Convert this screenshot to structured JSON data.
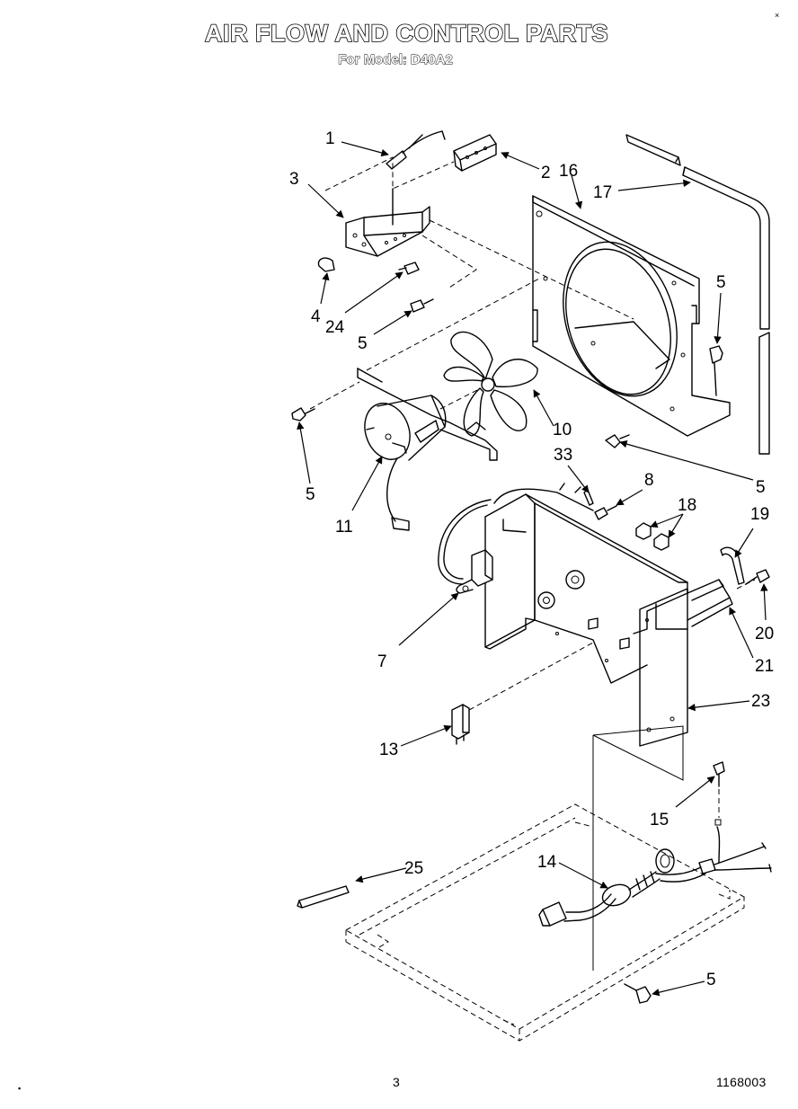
{
  "header": {
    "title": "AIR FLOW AND CONTROL PARTS",
    "subtitle": "For Model: D40A2"
  },
  "footer": {
    "page_number": "3",
    "document_number": "1168003"
  },
  "marks": {
    "top_right": "×",
    "bottom_left": "▪"
  },
  "callouts": [
    {
      "id": "c1",
      "label": "1"
    },
    {
      "id": "c2",
      "label": "2"
    },
    {
      "id": "c16",
      "label": "16"
    },
    {
      "id": "c3",
      "label": "3"
    },
    {
      "id": "c17",
      "label": "17"
    },
    {
      "id": "c4",
      "label": "4"
    },
    {
      "id": "c24",
      "label": "24"
    },
    {
      "id": "c5a",
      "label": "5"
    },
    {
      "id": "c5b",
      "label": "5"
    },
    {
      "id": "c5c",
      "label": "5"
    },
    {
      "id": "c5d",
      "label": "5"
    },
    {
      "id": "c10",
      "label": "10"
    },
    {
      "id": "c5e",
      "label": "5"
    },
    {
      "id": "c11",
      "label": "11"
    },
    {
      "id": "c33",
      "label": "33"
    },
    {
      "id": "c8",
      "label": "8"
    },
    {
      "id": "c18",
      "label": "18"
    },
    {
      "id": "c19",
      "label": "19"
    },
    {
      "id": "c7",
      "label": "7"
    },
    {
      "id": "c20",
      "label": "20"
    },
    {
      "id": "c21",
      "label": "21"
    },
    {
      "id": "c23",
      "label": "23"
    },
    {
      "id": "c13",
      "label": "13"
    },
    {
      "id": "c15",
      "label": "15"
    },
    {
      "id": "c25",
      "label": "25"
    },
    {
      "id": "c14",
      "label": "14"
    }
  ]
}
